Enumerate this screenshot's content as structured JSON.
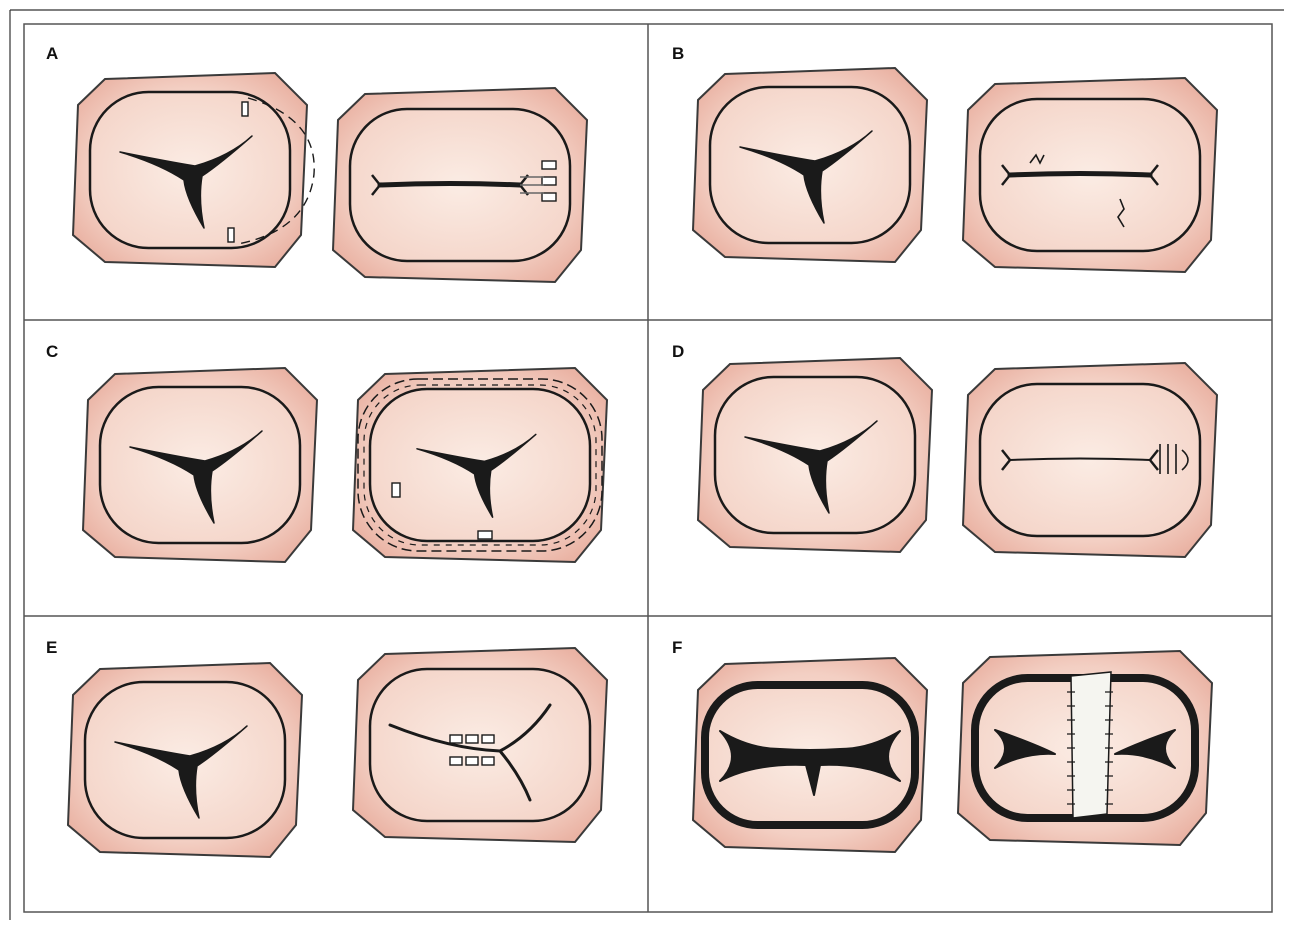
{
  "figure": {
    "panels": [
      {
        "label": "A",
        "left": {
          "opening": "y",
          "repair": "annular-sutures"
        },
        "right": {
          "opening": "line",
          "repair": "pledget-stack"
        }
      },
      {
        "label": "B",
        "left": {
          "opening": "y"
        },
        "right": {
          "opening": "line",
          "repair": "suture-knots"
        }
      },
      {
        "label": "C",
        "left": {
          "opening": "y"
        },
        "right": {
          "opening": "y",
          "repair": "double-ring-suture"
        }
      },
      {
        "label": "D",
        "left": {
          "opening": "y"
        },
        "right": {
          "opening": "line",
          "repair": "commissure-sutures"
        }
      },
      {
        "label": "E",
        "left": {
          "opening": "y"
        },
        "right": {
          "opening": "y-thin",
          "repair": "pledget-rows"
        }
      },
      {
        "label": "F",
        "left": {
          "opening": "h"
        },
        "right": {
          "opening": "h-split",
          "repair": "central-patch"
        }
      }
    ]
  },
  "colors": {
    "tissue": "#f2c8bc",
    "tissue_inner": "#f7ddd2",
    "ink": "#1a1a1a",
    "grid": "#555555",
    "patch": "#f5f5f0"
  }
}
